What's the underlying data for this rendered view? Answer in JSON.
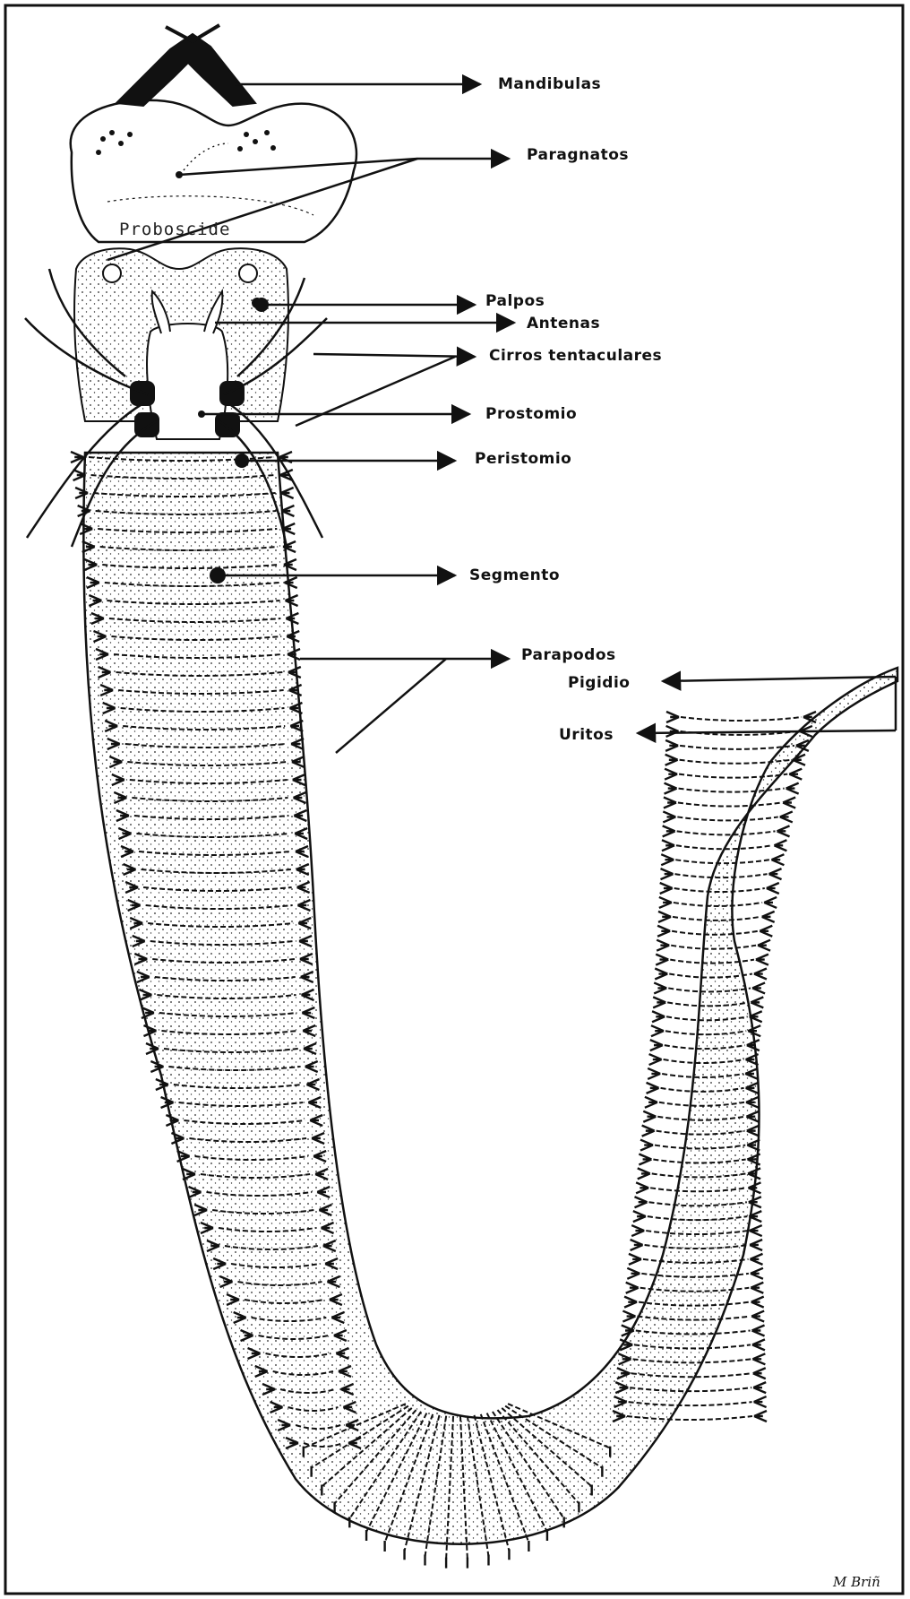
{
  "labels": {
    "mandibulas": "Mandibulas",
    "paragnatos": "Paragnatos",
    "proboscide": "Proboscide",
    "palpos": "Palpos",
    "antenas": "Antenas",
    "cirros": "Cirros tentaculares",
    "prostomio": "Prostomio",
    "peristomio": "Peristomio",
    "segmento": "Segmento",
    "parapodos": "Parapodos",
    "pigidio": "Pigidio",
    "uritos": "Uritos"
  },
  "signature": "M Briñ",
  "colors": {
    "ink": "#111111",
    "paper": "#ffffff"
  }
}
